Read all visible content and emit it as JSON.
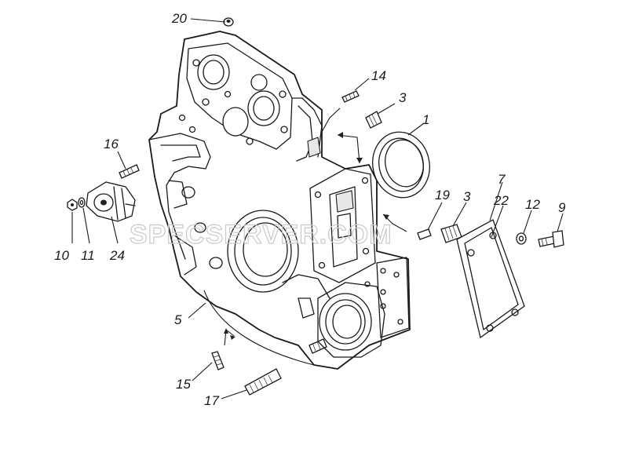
{
  "watermark": "SPECSERVER.COM",
  "part_labels": {
    "p1": "1",
    "p3a": "3",
    "p3b": "3",
    "p5": "5",
    "p7": "7",
    "p9": "9",
    "p10": "10",
    "p11": "11",
    "p12": "12",
    "p14": "14",
    "p15": "15",
    "p16": "16",
    "p17": "17",
    "p19": "19",
    "p20": "20",
    "p22": "22",
    "p24": "24"
  }
}
